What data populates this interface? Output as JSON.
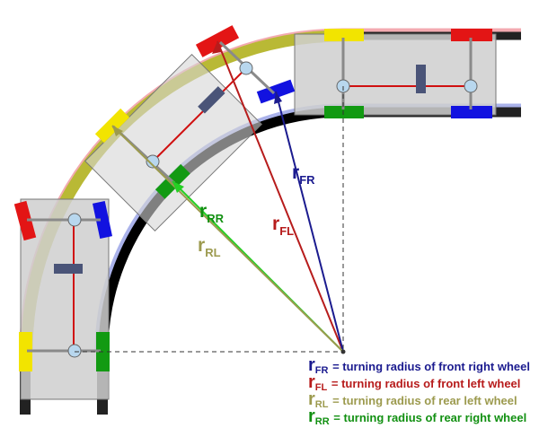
{
  "colors": {
    "fr": "#1b1b8f",
    "fl": "#b71c1c",
    "rl": "#9c9a4e",
    "rr": "#129012",
    "wheel_red": "#e31515",
    "wheel_yellow": "#f2e400",
    "wheel_green": "#129a12",
    "wheel_blue": "#1212e0"
  },
  "labels": {
    "r_fr": {
      "main": "r",
      "sub": "FR"
    },
    "r_fl": {
      "main": "r",
      "sub": "FL"
    },
    "r_rr": {
      "main": "r",
      "sub": "RR"
    },
    "r_rl": {
      "main": "r",
      "sub": "RL"
    }
  },
  "legend": [
    {
      "main": "r",
      "sub": "FR",
      "desc": " = turning radius of front right wheel",
      "color": "#1b1b8f"
    },
    {
      "main": "r",
      "sub": "FL",
      "desc": " = turning radius of front left wheel",
      "color": "#b71c1c"
    },
    {
      "main": "r",
      "sub": "RL",
      "desc": " = turning radius of rear left wheel",
      "color": "#9c9a4e"
    },
    {
      "main": "r",
      "sub": "RR",
      "desc": " = turning radius of rear right wheel",
      "color": "#129012"
    }
  ]
}
